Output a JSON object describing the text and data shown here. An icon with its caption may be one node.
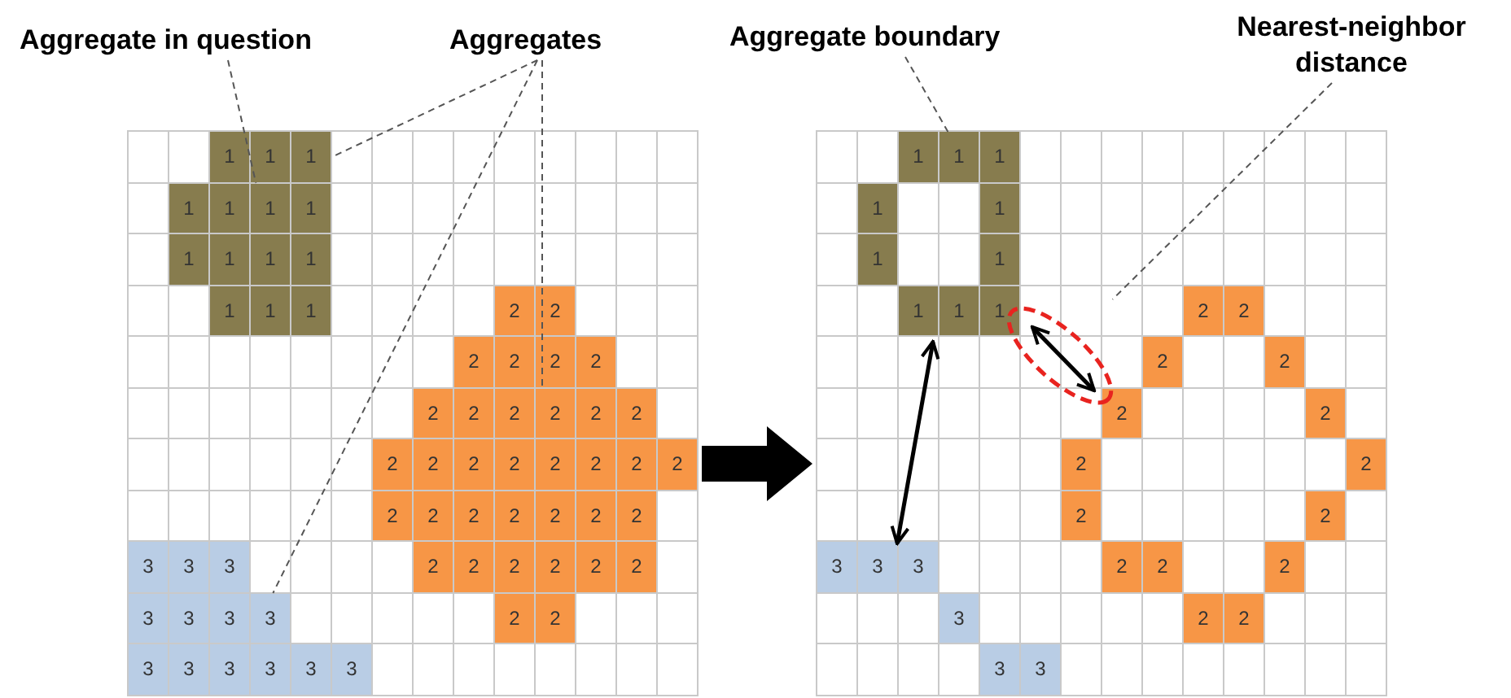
{
  "diagram": {
    "nodes": [
      {
        "text": [
          "Aggregate in question"
        ]
      },
      {
        "text": [
          "Aggregates"
        ]
      },
      {
        "text": [
          "Aggregate boundary"
        ]
      },
      {
        "text": [
          "Nearest-neighbor distance"
        ]
      },
      {
        "text": [],
        "shape": "box"
      },
      {
        "text": [
          "1"
        ],
        "in": 4
      },
      {
        "text": [
          "1"
        ],
        "in": 4
      },
      {
        "text": [
          "2"
        ],
        "in": 4
      },
      {
        "text": [
          "3"
        ],
        "in": 4
      },
      {
        "text": [],
        "shape": "box"
      },
      {
        "text": [
          "1"
        ],
        "in": 9
      },
      {
        "text": [],
        "shape": "ellipse",
        "in": 9
      }
    ],
    "edges": [
      {
        "from": 4,
        "to": 9,
        "arrow": "to"
      },
      {
        "from": 0,
        "to": 6,
        "arrow": "none",
        "style": "dashed"
      },
      {
        "from": 1,
        "to": 5,
        "arrow": "none",
        "style": "dashed"
      },
      {
        "from": 1,
        "to": 7,
        "arrow": "none",
        "style": "dashed"
      },
      {
        "from": 1,
        "to": 8,
        "arrow": "none",
        "style": "dashed"
      },
      {
        "from": 2,
        "to": 10,
        "arrow": "none",
        "style": "dashed"
      },
      {
        "from": 3,
        "to": 11,
        "arrow": "none",
        "style": "dashed"
      }
    ],
    "labels": [
      "1",
      "1",
      "1",
      "1",
      "1",
      "1",
      "1",
      "1",
      "1",
      "1",
      "1",
      "1",
      "2",
      "2",
      "2",
      "2",
      "2",
      "2",
      "2",
      "2",
      "2",
      "2",
      "2",
      "2",
      "2",
      "2",
      "2",
      "2",
      "2",
      "2",
      "2",
      "2",
      "2",
      "2",
      "2",
      "2",
      "2",
      "2",
      "3",
      "3",
      "3",
      "2",
      "2",
      "2",
      "2",
      "2",
      "2",
      "3",
      "3",
      "3",
      "2",
      "2",
      "3",
      "3",
      "3",
      "3",
      "3",
      "3",
      "1",
      "1",
      "1",
      "1",
      "1",
      "1",
      "1",
      "1",
      "1",
      "2",
      "2",
      "2",
      "2",
      "2",
      "2",
      "2",
      "2",
      "2",
      "2",
      "3",
      "3",
      "3",
      "2",
      "2",
      "2",
      "3",
      "2",
      "2",
      "3",
      "3"
    ]
  }
}
